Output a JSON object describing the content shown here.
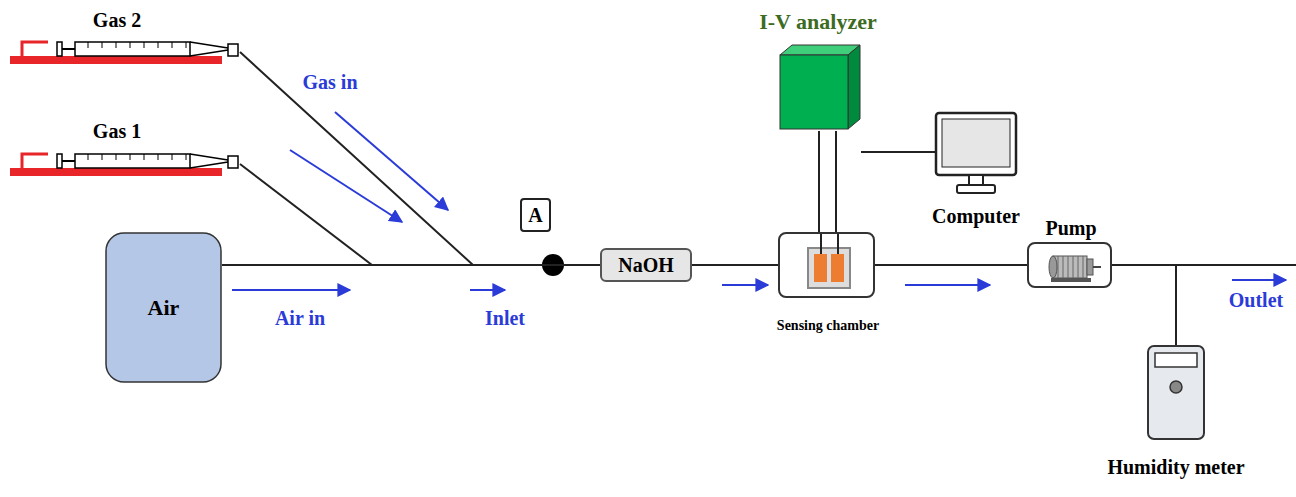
{
  "diagram": {
    "nodes": [
      {
        "text": [
          "Gas 2"
        ]
      },
      {
        "text": [
          "Gas 1"
        ]
      },
      {
        "text": [
          "Air"
        ]
      },
      {
        "text": [
          "A"
        ]
      },
      {
        "text": [
          "NaOH"
        ]
      },
      {
        "text": [
          "I-V analyzer"
        ]
      },
      {
        "text": [
          "Computer"
        ]
      },
      {
        "text": [
          "Sensing chamber"
        ]
      },
      {
        "text": [
          "Pump"
        ]
      },
      {
        "text": [
          "Humidity meter"
        ]
      }
    ],
    "edges": [
      {
        "from": 0,
        "to": 4,
        "arrow": "none"
      },
      {
        "from": 1,
        "to": 4,
        "arrow": "none"
      },
      {
        "from": 2,
        "to": 4,
        "arrow": "none"
      },
      {
        "from": 4,
        "to": 7,
        "arrow": "none"
      },
      {
        "from": 5,
        "to": 7,
        "arrow": "none"
      },
      {
        "from": 5,
        "to": 6,
        "arrow": "none"
      },
      {
        "from": 7,
        "to": 8,
        "arrow": "none"
      },
      {
        "from": 8,
        "to": 9,
        "arrow": "none"
      }
    ],
    "labels": [
      "Gas in",
      "Air in",
      "Inlet",
      "Outlet"
    ]
  }
}
